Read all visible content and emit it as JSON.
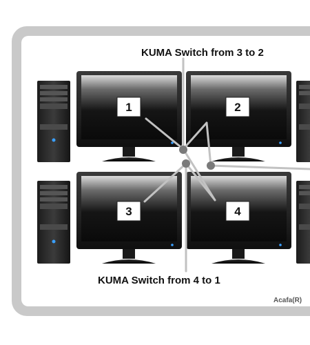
{
  "diagram": {
    "caption_top": "KUMA Switch from 3 to 2",
    "caption_bottom": "KUMA Switch from 4 to 1",
    "watermark": "Acafa(R)",
    "monitor_labels": [
      "1",
      "2",
      "3",
      "4"
    ],
    "colors": {
      "frame": "#c9c9c9",
      "frame_inner": "#ffffff",
      "connector": "#c2c2c2",
      "switch_node": "#7a7a7a",
      "screen_dark": "#0c0c0c",
      "screen_light": "#d9d9d9"
    }
  }
}
